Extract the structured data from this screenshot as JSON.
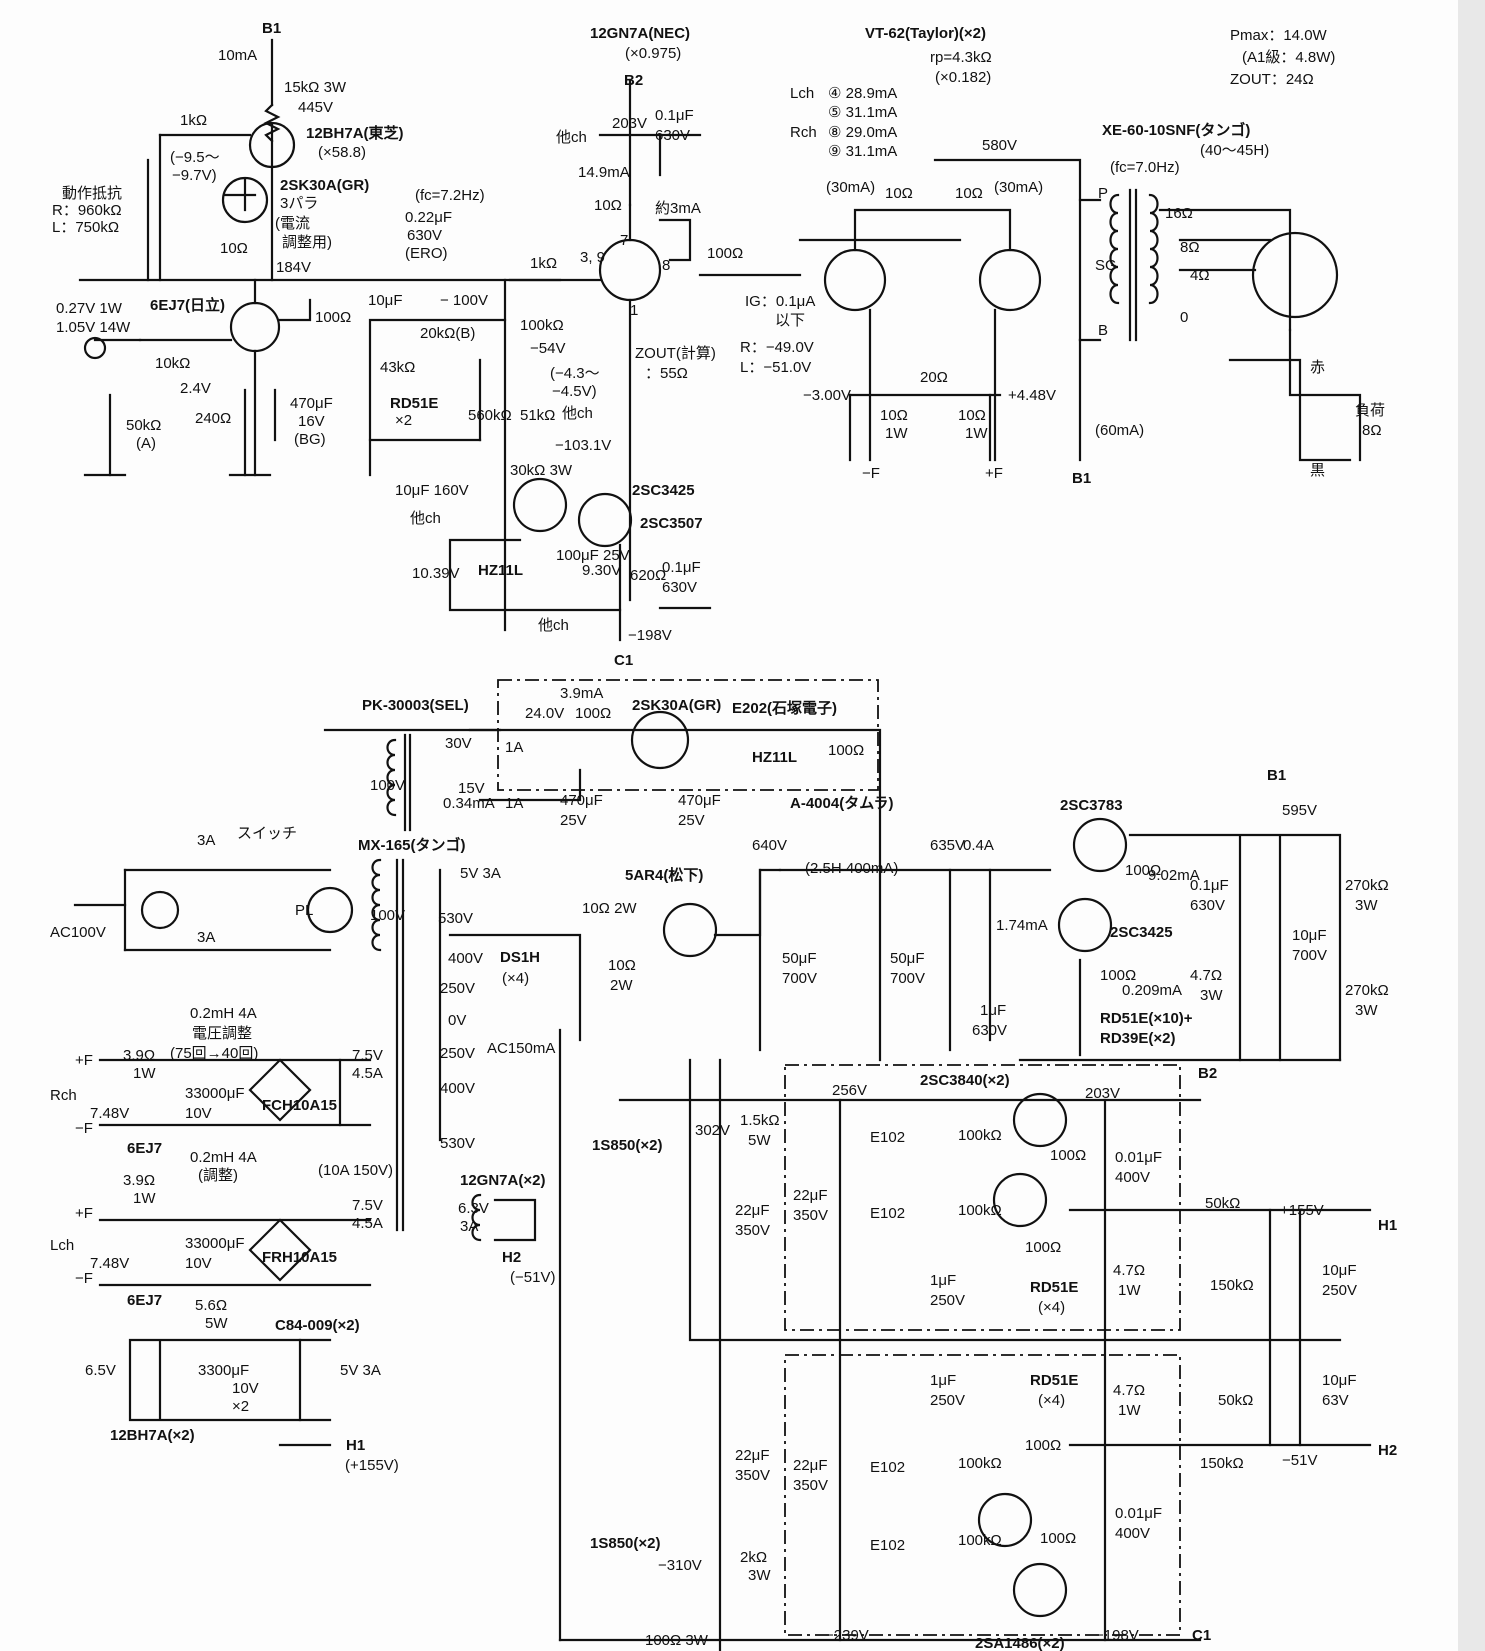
{
  "tubes": {
    "v12bh7a": "12BH7A(東芝)",
    "v12bh7a_mu": "(×58.8)",
    "v6ej7": "6EJ7(日立)",
    "v12gn7a": "12GN7A(NEC)",
    "v12gn7a_mu": "(×0.975)",
    "vt62": "VT-62(Taylor)(×2)",
    "vt62_rp": "rp=4.3kΩ",
    "vt62_mu": "(×0.182)",
    "v5ar4": "5AR4(松下)"
  },
  "specs": {
    "pmax": "Pmax：14.0W",
    "a1": "(A1級：4.8W)",
    "zout": "ZOUT：24Ω"
  },
  "lch_rch": {
    "l": "Lch",
    "r": "Rch",
    "l4": "④ 28.9mA",
    "l5": "⑤ 31.1mA",
    "r8": "⑧ 29.0mA",
    "r9": "⑨ 31.1mA"
  },
  "output": {
    "xfmr": "XE-60-10SNF(タンゴ)",
    "xfmr_range": "(40〜45H)",
    "fc": "(fc=7.0Hz)",
    "v580": "580V",
    "tap16": "16Ω",
    "tap8": "8Ω",
    "tap4": "4Ω",
    "tap0": "0",
    "p": "P",
    "sg": "SG",
    "b": "B",
    "ma60": "(60mA)",
    "red": "赤",
    "black": "黒",
    "load": "負荷",
    "load_r": "8Ω",
    "r10a": "10Ω",
    "r10b": "10Ω",
    "ma30a": "(30mA)",
    "ma30b": "(30mA)",
    "neg3": "−3.00V",
    "pos448": "+4.48V",
    "r20": "20Ω",
    "r10w1": "10Ω",
    "r10w1b": "1W",
    "r10w2": "10Ω",
    "r10w2b": "1W",
    "mf": "−F",
    "pf": "+F",
    "b1": "B1"
  },
  "input_stage": {
    "b1": "B1",
    "ma10": "10mA",
    "r15k": "15kΩ 3W",
    "v445": "445V",
    "r1k": "1kΩ",
    "vrange": "(−9.5〜",
    "vrange2": "−9.7V)",
    "opres": "動作抵抗",
    "opres_r": "R：960kΩ",
    "opres_l": "L：750kΩ",
    "fet": "2SK30A(GR)",
    "fet_para": "3パラ",
    "fet_note1": "(電流",
    "fet_note2": "調整用)",
    "r10": "10Ω",
    "v184": "184V",
    "r100": "100Ω",
    "in_v": "0.27V 1W",
    "in_v2": "1.05V 14W",
    "r10k": "10kΩ",
    "v24": "2.4V",
    "r240": "240Ω",
    "c470": "470μF",
    "c470v": "16V",
    "c470t": "(BG)",
    "vr50k": "50kΩ",
    "vr50ka": "(A)",
    "fc72": "(fc=7.2Hz)",
    "c022": "0.22μF",
    "c022v": "630V",
    "c022t": "(ERO)"
  },
  "driver": {
    "b2": "B2",
    "v203": "203V",
    "c01": "0.1μF",
    "c01v": "630V",
    "other": "他ch",
    "ma149": "14.9mA",
    "r10": "10Ω",
    "ma3": "約3mA",
    "r100": "100Ω",
    "r1k": "1kΩ",
    "pin39": "3, 9",
    "pin7": "7",
    "pin8": "8",
    "pin1": "1",
    "zout": "ZOUT(計算)",
    "zout_v": "：55Ω",
    "c10": "10μF",
    "v100": "− 100V",
    "r20k": "20kΩ(B)",
    "r43k": "43kΩ",
    "r100k": "100kΩ",
    "v54": "−54V",
    "vr43": "(−4.3〜",
    "vr45": "−4.5V)",
    "rd51e": "RD51E",
    "x2": "×2",
    "r560k": "560kΩ",
    "r51k": "51kΩ",
    "v1031": "−103.1V",
    "c10_160": "10μF 160V",
    "r30k": "30kΩ 3W",
    "q2sc3425": "2SC3425",
    "q2sc3507": "2SC3507",
    "v1039": "10.39V",
    "hz11l": "HZ11L",
    "c100": "100μF 25V",
    "v930": "9.30V",
    "r620": "620Ω",
    "v198": "−198V",
    "c1": "C1",
    "ig": "IG：0.1μA",
    "ig2": "以下",
    "rv": "R：−49.0V",
    "lv": "L：−51.0V"
  },
  "ps_top": {
    "pk": "PK-30003(SEL)",
    "v100": "100V",
    "v30": "30V",
    "v15": "15V",
    "ma034": "0.34mA",
    "a1": "1A",
    "a1b": "1A",
    "v240": "24.0V",
    "ma39": "3.9mA",
    "r100": "100Ω",
    "fet": "2SK30A(GR)",
    "e202": "E202(石塚電子)",
    "r100b": "100Ω",
    "c470a": "470μF",
    "c470av": "25V",
    "c470b": "470μF",
    "c470bv": "25V",
    "hz11l": "HZ11L"
  },
  "ps_main": {
    "mx": "MX-165(タンゴ)",
    "switch": "スイッチ",
    "a3": "3A",
    "a3b": "3A",
    "ac": "AC100V",
    "pl": "PL",
    "v100": "100V",
    "v5": "5V 3A",
    "v530": "530V",
    "v400": "400V",
    "v250": "250V",
    "v0": "0V",
    "v250b": "250V",
    "v400b": "400V",
    "v530b": "530V",
    "ac150": "AC150mA",
    "ds1h": "DS1H",
    "x4": "(×4)",
    "r10": "10Ω 2W",
    "r10b": "10Ω",
    "r10b2": "2W",
    "a4004": "A-4004(タムラ)",
    "choke": "(2.5H 400mA)",
    "v640": "640V",
    "v635": "635V",
    "a04": "0.4A",
    "c50a": "50μF",
    "c50av": "700V",
    "c50b": "50μF",
    "c50bv": "700V",
    "q2sc3783": "2SC3783",
    "q2sc3425": "2SC3425",
    "b1": "B1",
    "v595": "595V",
    "r100": "100Ω",
    "ma902": "9.02mA",
    "r100b": "100Ω",
    "ma0209": "0.209mA",
    "ma174": "1.74mA",
    "c1": "1μF",
    "c1v": "630V",
    "rd51e": "RD51E(×10)+",
    "rd39e": "RD39E(×2)",
    "c01": "0.1μF",
    "c01v": "630V",
    "r47": "4.7Ω",
    "r47w": "3W",
    "c10": "10μF",
    "c10v": "700V",
    "r270a": "270kΩ",
    "r270aw": "3W",
    "r270b": "270kΩ",
    "r270bw": "3W"
  },
  "ps_reg": {
    "q2sc3840": "2SC3840(×2)",
    "v256": "256V",
    "v203": "203V",
    "b2": "B2",
    "r15k": "1.5kΩ",
    "r15kw": "5W",
    "v302": "302V",
    "s1s850": "1S850(×2)",
    "e102": "E102",
    "e102b": "E102",
    "r100ka": "100kΩ",
    "r100kb": "100kΩ",
    "c22a": "22μF",
    "c22av": "350V",
    "c22b": "22μF",
    "c22bv": "350V",
    "r100": "100Ω",
    "r100b": "100Ω",
    "c001": "0.01μF",
    "c001v": "400V",
    "c1": "1μF",
    "c1v": "250V",
    "rd51e": "RD51E",
    "x4": "(×4)",
    "r47": "4.7Ω",
    "r47w": "1W",
    "r5k": "50kΩ",
    "v155": "+155V",
    "h1": "H1",
    "r150k": "150kΩ",
    "c10": "10μF",
    "c10v": "250V"
  },
  "ps_neg": {
    "c1": "1μF",
    "c1v": "250V",
    "rd51e": "RD51E",
    "x4": "(×4)",
    "r47": "4.7Ω",
    "r47w": "1W",
    "r100": "100Ω",
    "r100b": "100Ω",
    "c001": "0.01μF",
    "c001v": "400V",
    "e102": "E102",
    "e102b": "E102",
    "r100ka": "100kΩ",
    "r100kb": "100kΩ",
    "c22a": "22μF",
    "c22av": "350V",
    "c22b": "22μF",
    "c22bv": "350V",
    "r50k": "50kΩ",
    "c10": "10μF",
    "c10v": "63V",
    "r150k": "150kΩ",
    "v51": "−51V",
    "h2": "H2",
    "s1s850": "1S850(×2)",
    "v310": "−310V",
    "r2k": "2kΩ",
    "r2kw": "3W",
    "r100_3w": "100Ω 3W",
    "v239": "−239V",
    "v198": "−198V",
    "q2sa1486": "2SA1486(×2)",
    "c1l": "C1"
  },
  "heaters": {
    "l02mh": "0.2mH 4A",
    "adj": "電圧調整",
    "turns": "(75回→40回)",
    "r39": "3.9Ω",
    "r39w": "1W",
    "pf": "+F",
    "mf": "−F",
    "rch": "Rch",
    "v748": "7.48V",
    "c33k": "33000μF",
    "c33kv": "10V",
    "fch": "FCH10A15",
    "v75": "7.5V",
    "a45": "4.5A",
    "ej7": "6EJ7",
    "l02mhb": "0.2mH 4A",
    "adjb": "(調整)",
    "r39b": "3.9Ω",
    "r39bw": "1W",
    "pfb": "+F",
    "mfb": "−F",
    "lch": "Lch",
    "v748b": "7.48V",
    "c33kb": "33000μF",
    "c33kbv": "10V",
    "frh": "FRH10A15",
    "v75b": "7.5V",
    "a45b": "4.5A",
    "ej7b": "6EJ7",
    "a10": "(10A 150V)",
    "gn7a": "12GN7A(×2)",
    "v63": "6.3V",
    "a3": "3A",
    "h2": "H2",
    "h2v": "(−51V)",
    "r56": "5.6Ω",
    "r56w": "5W",
    "c84": "C84-009(×2)",
    "c3300": "3300μF",
    "c3300v": "10V",
    "c3300x": "×2",
    "v5a": "5V 3A",
    "v65": "6.5V",
    "bh7a": "12BH7A(×2)",
    "h1": "H1",
    "h1v": "(+155V)"
  }
}
